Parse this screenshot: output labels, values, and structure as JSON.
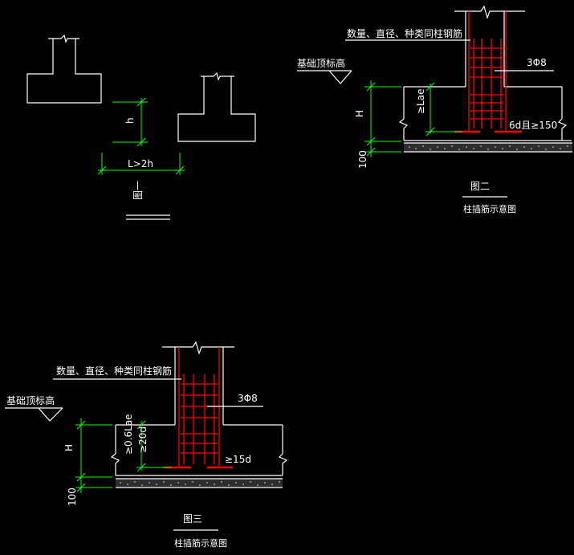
{
  "fig1": {
    "label_h": "h",
    "label_L": "L>2h",
    "caption": "图一"
  },
  "fig2": {
    "callout": "数量、直径、种类同柱钢筋",
    "base_top": "基础顶标高",
    "stirrup": "3Φ8",
    "H": "H",
    "anchor": "≥Lae",
    "hook": "6d且≥150",
    "cover": "100",
    "caption": "图二",
    "subcaption": "柱插筋示意图"
  },
  "fig3": {
    "callout": "数量、直径、种类同柱钢筋",
    "base_top": "基础顶标高",
    "stirrup": "3Φ8",
    "H": "H",
    "anchor1": "≥0.6Lae",
    "anchor2": "≥20d",
    "hook": "≥15d",
    "cover": "100",
    "caption": "图三",
    "subcaption": "柱插筋示意图"
  }
}
